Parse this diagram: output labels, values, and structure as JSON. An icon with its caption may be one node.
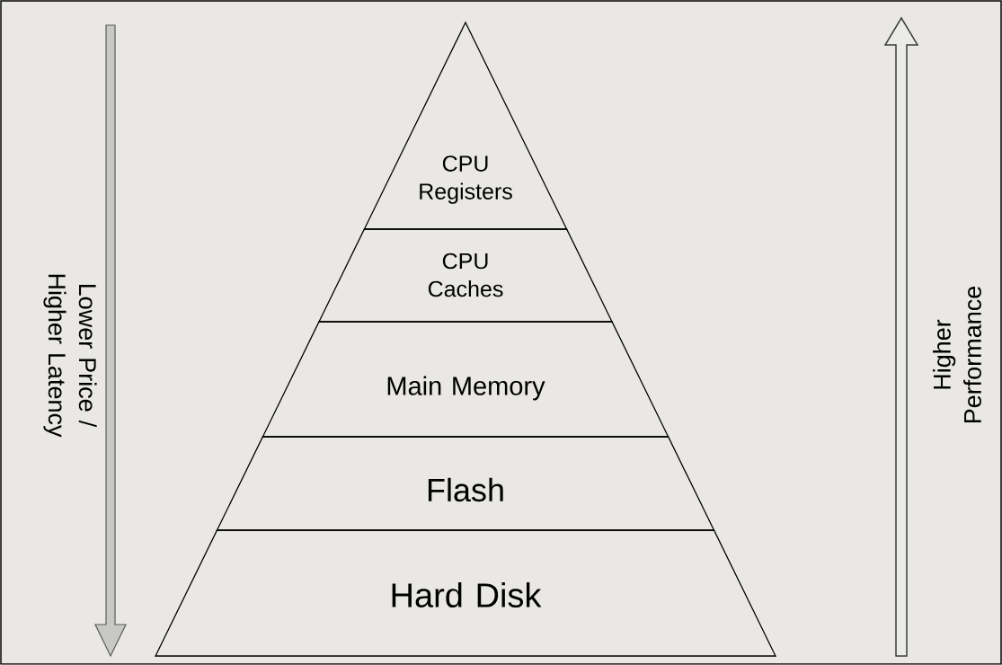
{
  "diagram": {
    "nodes": [
      {
        "text": [
          "CPU Registers"
        ]
      },
      {
        "text": [
          "CPU Caches"
        ]
      },
      {
        "text": [
          "Main Memory"
        ]
      },
      {
        "text": [
          "Flash"
        ]
      },
      {
        "text": [
          "Hard Disk"
        ]
      }
    ],
    "labels": [
      "Lower Price / Higher Latency",
      "Higher Performance"
    ]
  }
}
